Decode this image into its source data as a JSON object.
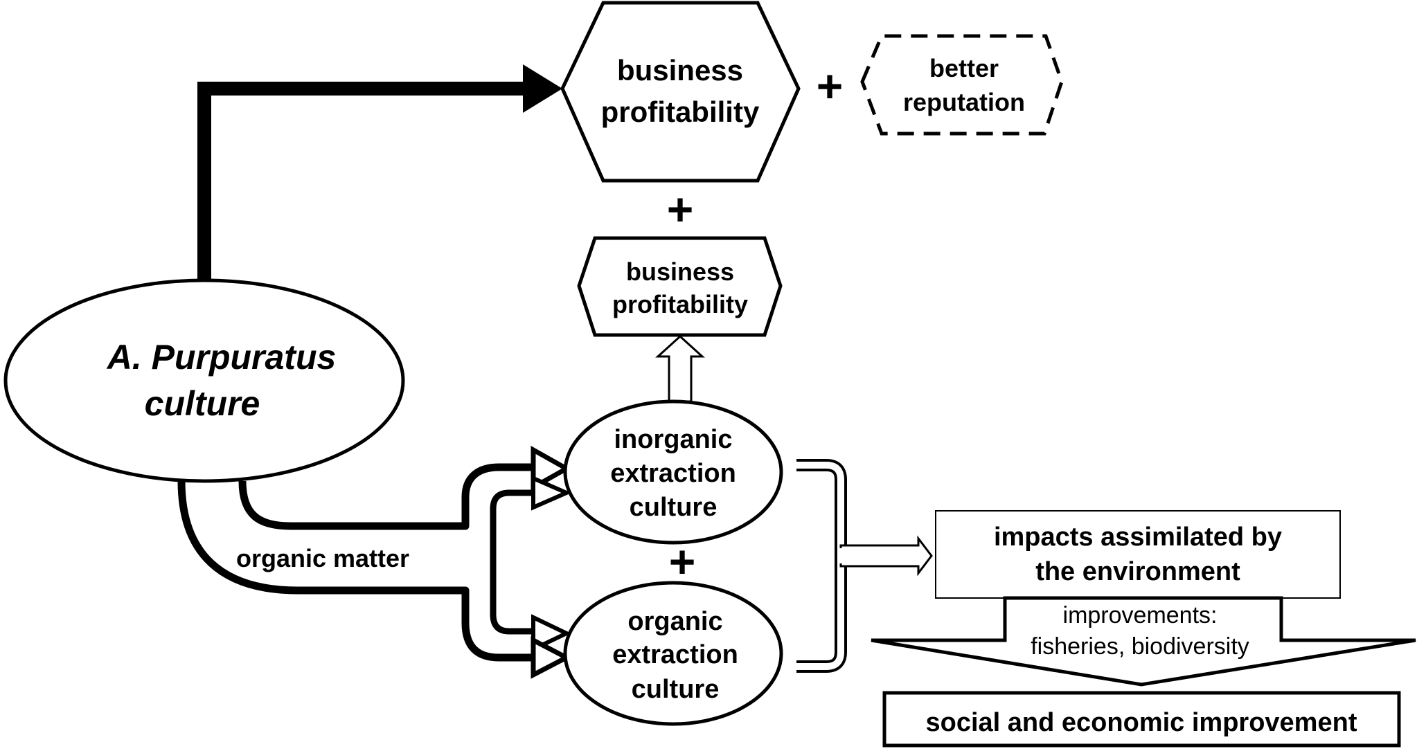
{
  "nodes": {
    "purpuratus": {
      "line1": "A.  Purpuratus",
      "line2": "culture"
    },
    "profit_main": {
      "line1": "business",
      "line2": "profitability"
    },
    "reputation": {
      "line1": "better",
      "line2": "reputation"
    },
    "profit_small": {
      "line1": "business",
      "line2": "profitability"
    },
    "inorganic": {
      "line1": "inorganic",
      "line2": "extraction",
      "line3": "culture"
    },
    "organic": {
      "line1": "organic",
      "line2": "extraction",
      "line3": "culture"
    },
    "impacts": {
      "line1": "impacts assimilated by",
      "line2": "the environment"
    },
    "improvements": {
      "line1": "improvements:",
      "line2": "fisheries, biodiversity"
    },
    "social": {
      "label": "social and economic improvement"
    }
  },
  "labels": {
    "organic_matter": "organic matter",
    "plus": "+"
  }
}
